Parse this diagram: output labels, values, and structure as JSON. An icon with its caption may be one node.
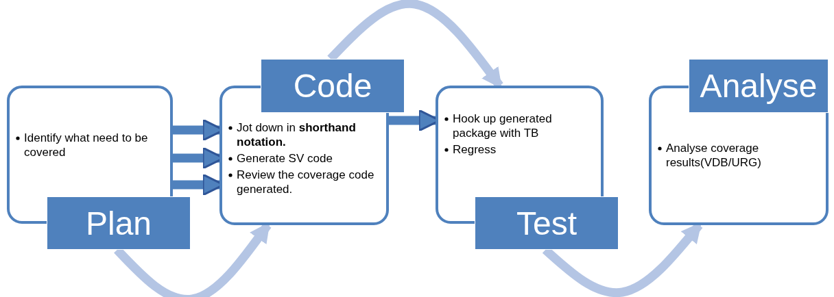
{
  "diagram": {
    "nodes": [
      {
        "text": [
          "Identify what need to be covered",
          "Plan"
        ]
      },
      {
        "text": [
          "Code",
          "Jot down in **shorthand notation.**",
          "Generate SV code",
          "Review the coverage code generated."
        ]
      },
      {
        "text": [
          "Hook up generated package with TB",
          "Regress",
          "Test"
        ]
      },
      {
        "text": [
          "Analyse",
          "Analyse coverage results(VDB/URG)"
        ]
      }
    ],
    "edges": [
      {
        "from": 0,
        "to": 1,
        "arrow": "to",
        "color": "#b4c5e4"
      },
      {
        "from": 1,
        "to": 2,
        "arrow": "to",
        "color": "#b4c5e4"
      },
      {
        "from": 2,
        "to": 3,
        "arrow": "to",
        "color": "#b4c5e4"
      },
      {
        "from": 0,
        "to": 1,
        "arrow": "to"
      },
      {
        "from": 0,
        "to": 1,
        "arrow": "to"
      },
      {
        "from": 0,
        "to": 1,
        "arrow": "to"
      },
      {
        "from": 1,
        "to": 2,
        "arrow": "to"
      }
    ]
  }
}
